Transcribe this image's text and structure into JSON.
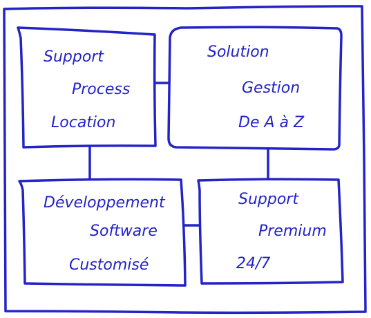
{
  "diagram": {
    "stroke_color": "#2323c8",
    "background": "#ffffff",
    "boxes": [
      {
        "id": "support-process",
        "lines": [
          "Support",
          "Process",
          "Location"
        ]
      },
      {
        "id": "solution-gestion",
        "lines": [
          "Solution",
          "Gestion",
          "De A à Z"
        ]
      },
      {
        "id": "developpement-software",
        "lines": [
          "Développement",
          "Software",
          "Customisé"
        ]
      },
      {
        "id": "support-premium",
        "lines": [
          "Support",
          "Premium",
          "24/7"
        ]
      }
    ]
  }
}
